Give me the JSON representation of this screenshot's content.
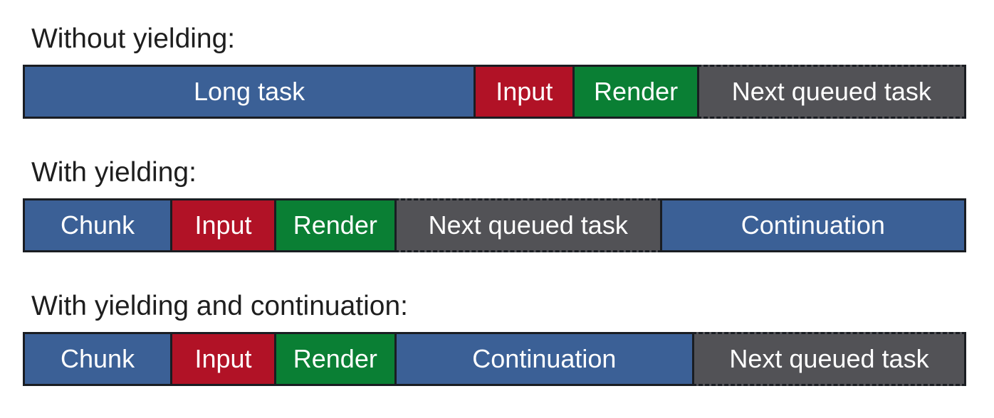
{
  "colors": {
    "task": "#3B6096",
    "input": "#B11226",
    "render": "#0A7F34",
    "queued": "#525256",
    "border": "#1A1D22",
    "heading": "#1E1E1E",
    "label": "#FFFFFF",
    "background": "#FFFFFF"
  },
  "rows": [
    {
      "heading": "Without yielding:",
      "segments": [
        {
          "label": "Long task",
          "type": "task",
          "grow": 633
        },
        {
          "label": "Input",
          "type": "input",
          "grow": 137
        },
        {
          "label": "Render",
          "type": "render",
          "grow": 172
        },
        {
          "label": "Next queued task",
          "type": "queued",
          "grow": 374
        }
      ]
    },
    {
      "heading": "With yielding:",
      "segments": [
        {
          "label": "Chunk",
          "type": "task",
          "grow": 203
        },
        {
          "label": "Input",
          "type": "input",
          "grow": 142
        },
        {
          "label": "Render",
          "type": "render",
          "grow": 165
        },
        {
          "label": "Next queued task",
          "type": "queued",
          "grow": 368
        },
        {
          "label": "Continuation",
          "type": "task",
          "grow": 422
        }
      ]
    },
    {
      "heading": "With yielding and continuation:",
      "segments": [
        {
          "label": "Chunk",
          "type": "task",
          "grow": 203
        },
        {
          "label": "Input",
          "type": "input",
          "grow": 142
        },
        {
          "label": "Render",
          "type": "render",
          "grow": 165
        },
        {
          "label": "Continuation",
          "type": "task",
          "grow": 413
        },
        {
          "label": "Next queued task",
          "type": "queued",
          "grow": 377
        }
      ]
    }
  ]
}
